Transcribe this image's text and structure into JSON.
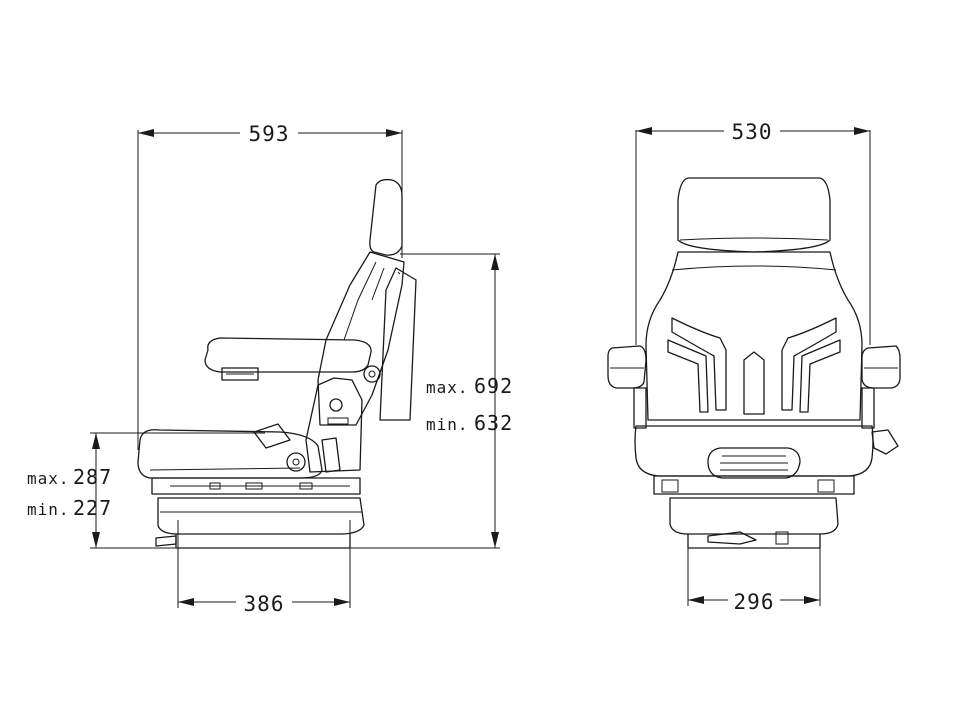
{
  "side_view": {
    "overall_depth": "593",
    "base_width": "386",
    "seat_height": {
      "max_label": "max.",
      "max_value": "287",
      "min_label": "min.",
      "min_value": "227"
    },
    "overall_height": {
      "max_label": "max.",
      "max_value": "692",
      "min_label": "min.",
      "min_value": "632"
    }
  },
  "front_view": {
    "overall_width": "530",
    "base_width": "296"
  }
}
